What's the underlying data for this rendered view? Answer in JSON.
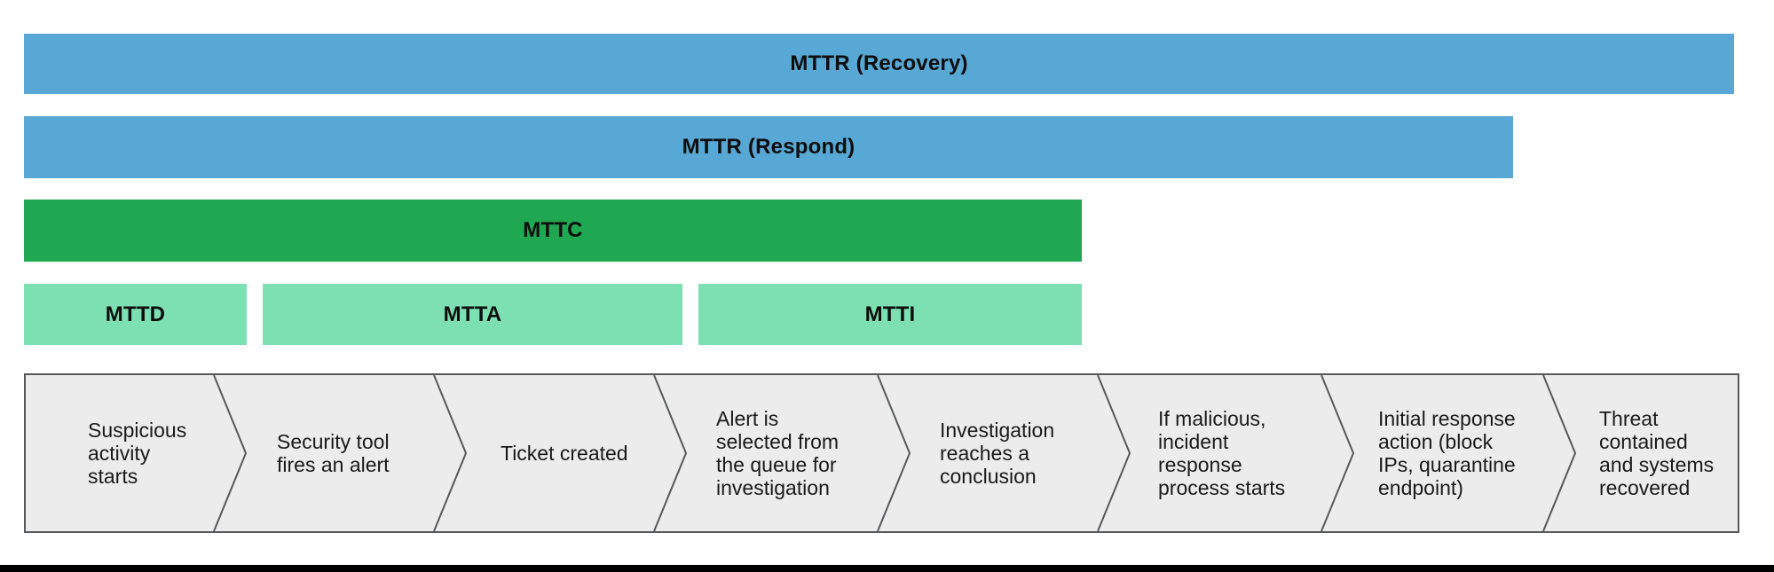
{
  "colors": {
    "blue": "#57A8D4",
    "green": "#1FA751",
    "light_green": "#7CE0B2",
    "band_fill": "#ECECEC",
    "band_border": "#57585A",
    "label_text": "#0d0d0d",
    "step_text": "#1a1a1a",
    "bottom_bar": "#000000"
  },
  "metric_bars": {
    "mttr_recovery": {
      "label": "MTTR (Recovery)"
    },
    "mttr_respond": {
      "label": "MTTR (Respond)"
    },
    "mttc": {
      "label": "MTTC"
    },
    "mttd": {
      "label": "MTTD"
    },
    "mtta": {
      "label": "MTTA"
    },
    "mtti": {
      "label": "MTTI"
    }
  },
  "process_steps": [
    {
      "label": "Suspicious\nactivity\nstarts"
    },
    {
      "label": "Security tool\nfires an alert"
    },
    {
      "label": "Ticket created"
    },
    {
      "label": "Alert is\nselected from\nthe queue for\ninvestigation"
    },
    {
      "label": "Investigation\nreaches a\nconclusion"
    },
    {
      "label": "If malicious,\nincident\nresponse\nprocess starts"
    },
    {
      "label": "Initial response\naction (block\nIPs, quarantine\nendpoint)"
    },
    {
      "label": "Threat\ncontained\nand systems\nrecovered"
    }
  ]
}
